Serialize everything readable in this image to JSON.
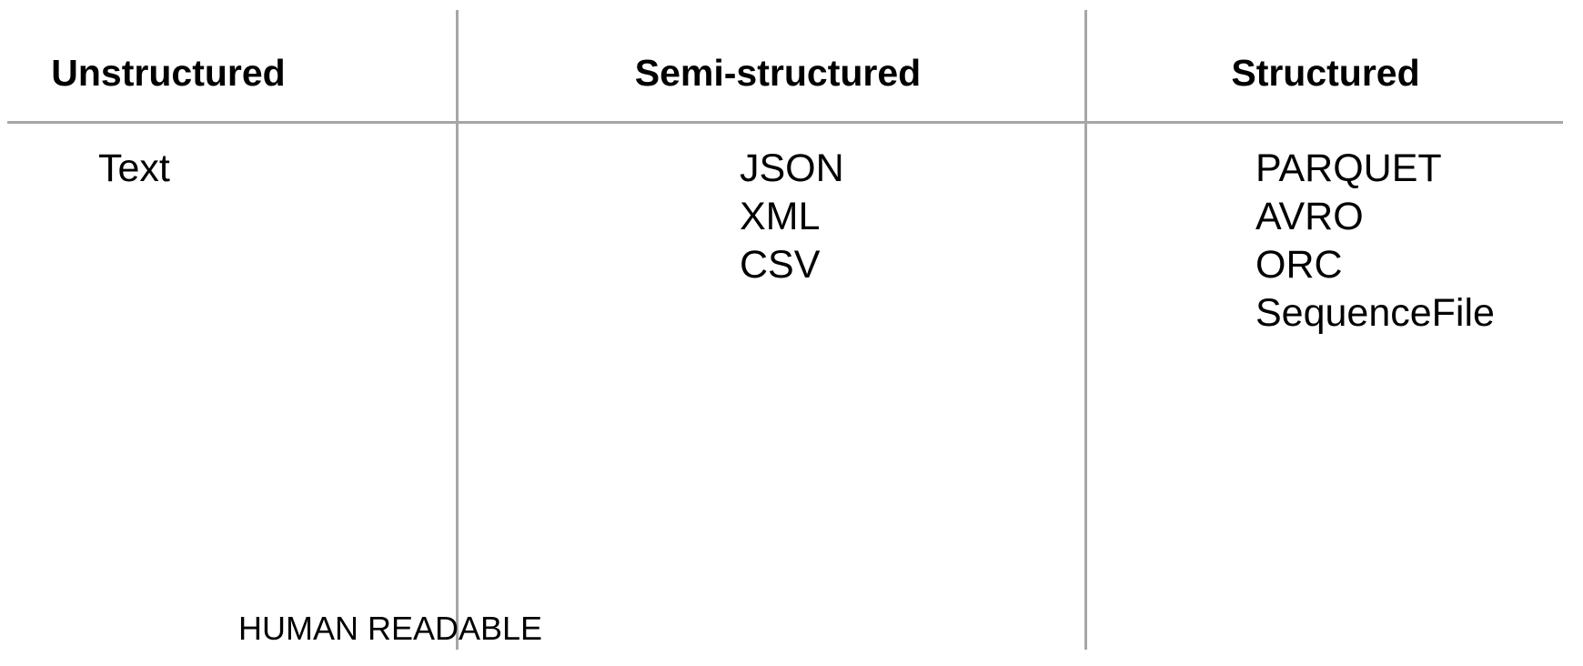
{
  "table": {
    "columns": [
      {
        "header": "Unstructured",
        "items": [
          "Text"
        ]
      },
      {
        "header": "Semi-structured",
        "items": [
          "JSON",
          "XML",
          "CSV"
        ]
      },
      {
        "header": "Structured",
        "items": [
          "PARQUET",
          "AVRO",
          "ORC",
          "SequenceFile"
        ]
      }
    ],
    "footer_label": "HUMAN READABLE"
  },
  "colors": {
    "background": "#ffffff",
    "divider_line": "#a6a6a6",
    "text": "#000000"
  }
}
